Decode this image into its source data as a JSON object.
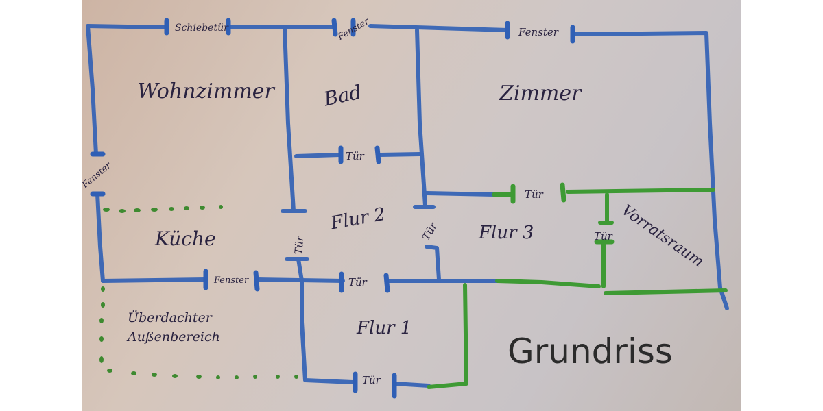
{
  "title": "Grundriss",
  "colors": {
    "paper": "#d3c7c0",
    "wall_existing": "#2f5fb5",
    "wall_new": "#3e9a34",
    "ink": "#2a2340"
  },
  "rooms": {
    "wohnzimmer": "Wohnzimmer",
    "bad": "Bad",
    "zimmer": "Zimmer",
    "kueche": "Küche",
    "flur1": "Flur 1",
    "flur2": "Flur 2",
    "flur3": "Flur 3",
    "vorratsraum": "Vorratsraum",
    "aussen_line1": "Überdachter",
    "aussen_line2": "Außenbereich"
  },
  "openings": {
    "schiebetuer": "Schiebetür",
    "fenster_top_mid": "Fenster",
    "fenster_top_right": "Fenster",
    "fenster_left": "Fenster",
    "fenster_kueche": "Fenster",
    "tuer_bad": "Tür",
    "tuer_zimmer": "Tür",
    "tuer_kueche": "Tür",
    "tuer_flur3": "Tür",
    "tuer_vorrat": "Tür",
    "tuer_flur1_top": "Tür",
    "tuer_flur1_bottom": "Tür"
  }
}
